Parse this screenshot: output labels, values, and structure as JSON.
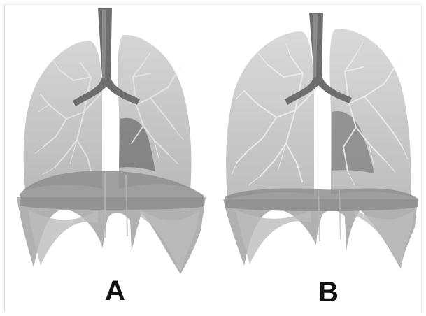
{
  "panels": [
    {
      "label": "A",
      "state": "exhalation",
      "colors": {
        "lung": "#bdbdbd",
        "tissue": "#a6a6a6",
        "airway": "#6e6e6e",
        "branch": "#e6e6e6",
        "diaphragm": "#8e8e8e"
      }
    },
    {
      "label": "B",
      "state": "inhalation",
      "colors": {
        "lung": "#c4c4c4",
        "tissue": "#aaaaaa",
        "airway": "#6e6e6e",
        "branch": "#ececec",
        "diaphragm": "#8e8e8e"
      }
    }
  ]
}
